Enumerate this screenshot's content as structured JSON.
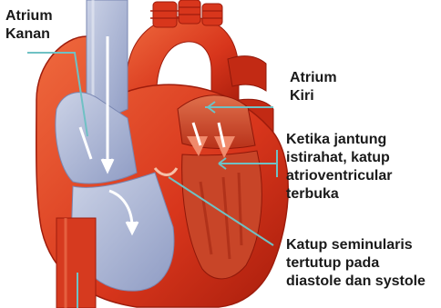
{
  "labels": {
    "atrium_kanan": [
      "Atrium",
      "Kanan"
    ],
    "atrium_kiri": [
      "Atrium",
      "Kiri"
    ],
    "ketika": [
      "Ketika jantung",
      "istirahat, katup",
      "atrioventricular",
      "terbuka"
    ],
    "katup_seminularis": [
      "Katup seminularis",
      "tertutup pada",
      "diastole dan systole"
    ]
  },
  "colors": {
    "muscle": "#d8361c",
    "muscle_dark": "#b3220f",
    "muscle_light": "#ef6a3e",
    "chamber_blue": "#9aa7cc",
    "chamber_blue_light": "#c3cbe2",
    "chamber_red": "#d5583b",
    "pointer_line": "#6fc1c4"
  }
}
